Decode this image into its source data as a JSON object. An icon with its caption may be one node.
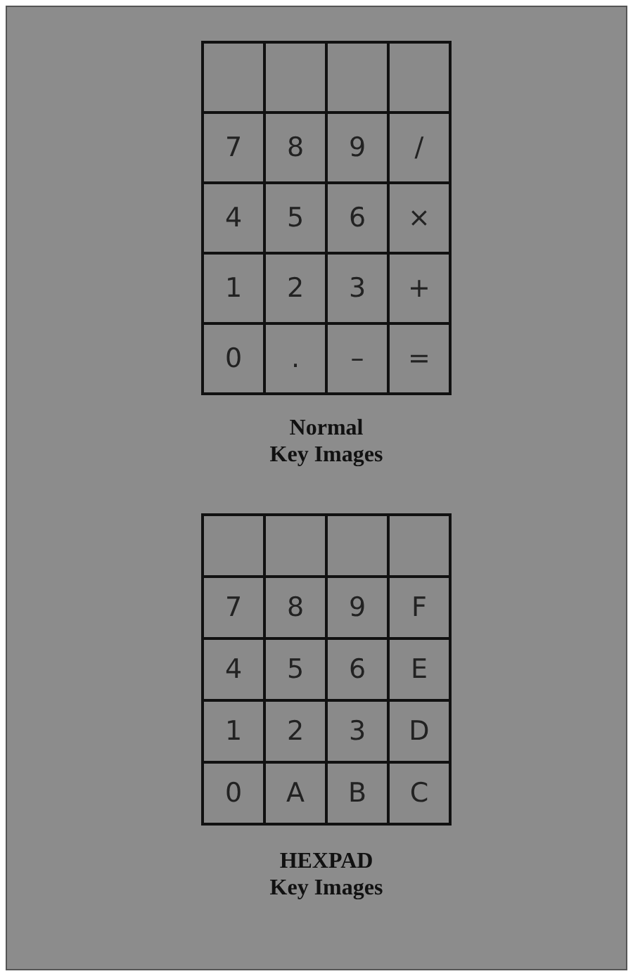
{
  "diagram": {
    "nodes": [
      {
        "text": [],
        "shape": "box"
      },
      {
        "text": [],
        "shape": "box"
      },
      {
        "text": [],
        "shape": "box"
      },
      {
        "text": [],
        "shape": "box"
      },
      {
        "text": [
          "7"
        ]
      },
      {
        "text": [
          "8"
        ]
      },
      {
        "text": [
          "9"
        ]
      },
      {
        "text": [
          "/"
        ]
      },
      {
        "text": [
          "4"
        ]
      },
      {
        "text": [
          "5"
        ]
      },
      {
        "text": [
          "6"
        ]
      },
      {
        "text": [
          "×"
        ]
      },
      {
        "text": [
          "1"
        ]
      },
      {
        "text": [
          "2"
        ]
      },
      {
        "text": [
          "3"
        ]
      },
      {
        "text": [
          "+"
        ]
      },
      {
        "text": [
          "0"
        ]
      },
      {
        "text": [
          "."
        ]
      },
      {
        "text": [
          "–"
        ]
      },
      {
        "text": [
          "="
        ]
      },
      {
        "text": [],
        "shape": "box"
      },
      {
        "text": [],
        "shape": "box"
      },
      {
        "text": [],
        "shape": "box"
      },
      {
        "text": [],
        "shape": "box"
      },
      {
        "text": [
          "7"
        ]
      },
      {
        "text": [
          "8"
        ]
      },
      {
        "text": [
          "9"
        ]
      },
      {
        "text": [
          "F"
        ]
      },
      {
        "text": [
          "4"
        ]
      },
      {
        "text": [
          "5"
        ]
      },
      {
        "text": [
          "6"
        ]
      },
      {
        "text": [
          "E"
        ]
      },
      {
        "text": [
          "1"
        ]
      },
      {
        "text": [
          "2"
        ]
      },
      {
        "text": [
          "3"
        ]
      },
      {
        "text": [
          "D"
        ]
      },
      {
        "text": [
          "0"
        ]
      },
      {
        "text": [
          "A"
        ]
      },
      {
        "text": [
          "B"
        ]
      },
      {
        "text": [
          "C"
        ]
      }
    ],
    "labels": [
      "Normal Key Images",
      "HEXPAD Key Images"
    ]
  }
}
